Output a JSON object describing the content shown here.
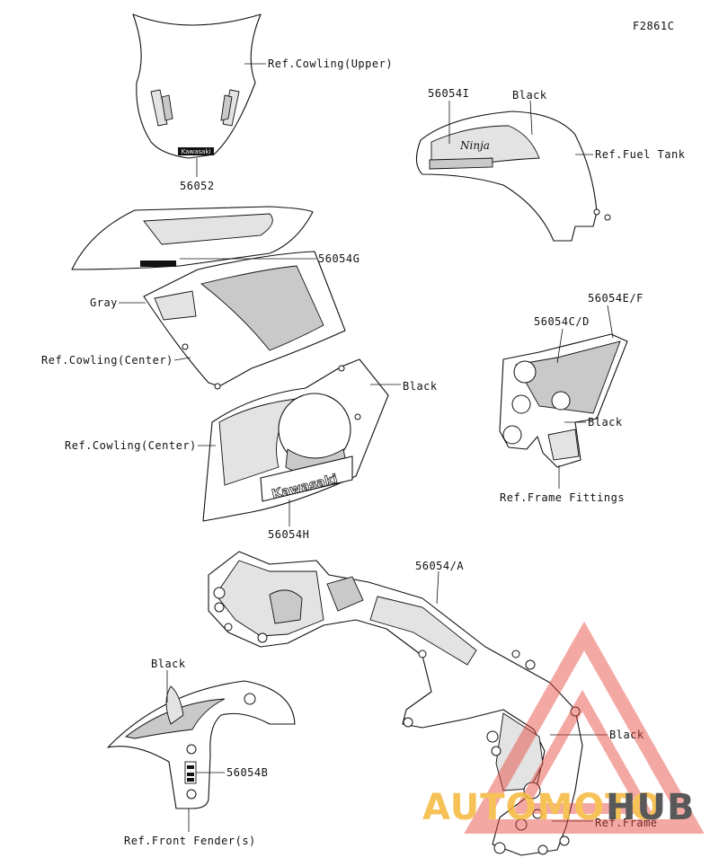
{
  "figure_code": "F2861C",
  "labels": {
    "cowling_upper_ref": "Ref.Cowling(Upper)",
    "p56052": "56052",
    "p56054I": "56054I",
    "black_tank": "Black",
    "fuel_tank_ref": "Ref.Fuel Tank",
    "p56054G": "56054G",
    "gray": "Gray",
    "cowling_center_ref_1": "Ref.Cowling(Center)",
    "black_lower_cowl": "Black",
    "cowling_center_ref_2": "Ref.Cowling(Center)",
    "p56054H": "56054H",
    "p56054EF": "56054E/F",
    "p56054CD": "56054C/D",
    "black_fitting": "Black",
    "frame_fittings_ref": "Ref.Frame Fittings",
    "p56054A": "56054/A",
    "black_fender": "Black",
    "black_frame": "Black",
    "p56054B": "56054B",
    "frame_ref": "Ref.Frame",
    "front_fender_ref": "Ref.Front Fender(s)"
  },
  "decals": {
    "windshield_logo": "Kawasaki",
    "fairing_logo": "Kawasaki",
    "tank_logo": "Ninja"
  },
  "watermark": {
    "part1": "AUTOMOTO",
    "part2": "HUB",
    "color1": "#f5b83a",
    "color2": "#3d3d3d",
    "triangle_color": "#e8463c"
  }
}
